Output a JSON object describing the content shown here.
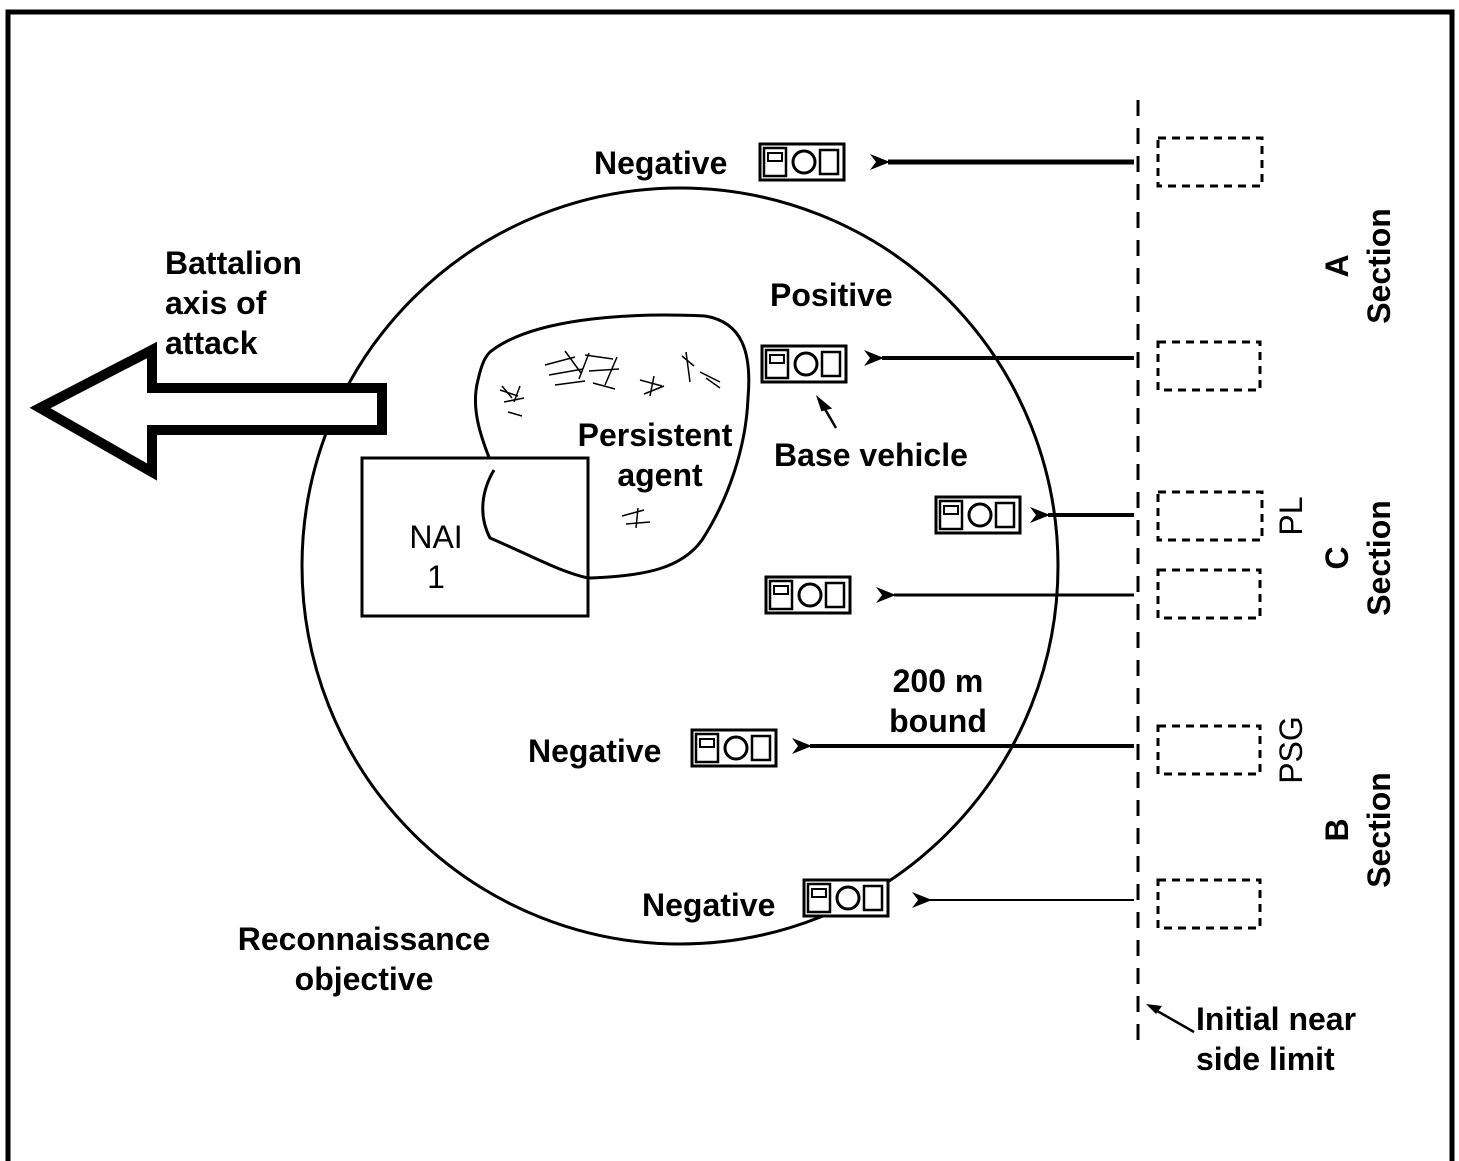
{
  "title": "",
  "labels": {
    "battalion_axis": [
      "Battalion",
      "axis of",
      "attack"
    ],
    "nai": [
      "NAI",
      "1"
    ],
    "persistent_agent": [
      "Persistent",
      "agent"
    ],
    "positive": "Positive",
    "base_vehicle": "Base vehicle",
    "negative_top": "Negative",
    "negative_mid": "Negative",
    "negative_bottom": "Negative",
    "bound": [
      "200 m",
      "bound"
    ],
    "reconnaissance_objective": [
      "Reconnaissance",
      "objective"
    ],
    "initial_near_side_limit": [
      "Initial near",
      "side limit"
    ],
    "pl": "PL",
    "psg": "PSG",
    "section_a": [
      "A",
      "Section"
    ],
    "section_c": [
      "C",
      "Section"
    ],
    "section_b": [
      "B",
      "Section"
    ]
  },
  "icons": {
    "vehicle": "vehicle-icon",
    "start_position": "dashed-box-icon",
    "axis_arrow": "hollow-arrow-icon"
  },
  "colors": {
    "ink": "#000000",
    "paper": "#ffffff"
  }
}
